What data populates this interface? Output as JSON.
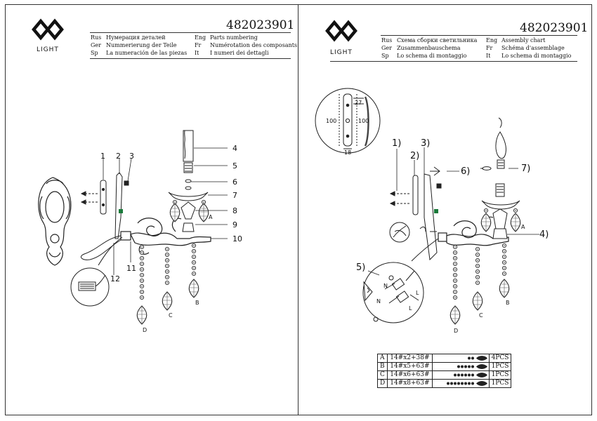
{
  "brand": {
    "logo_text": "LIGHT"
  },
  "product_code": "482023901",
  "left_header": {
    "rows": [
      {
        "code1": "Rus",
        "text1": "Нумерация деталей",
        "code2": "Eng",
        "text2": "Parts numbering"
      },
      {
        "code1": "Ger",
        "text1": "Nummerierung der Teile",
        "code2": "Fr",
        "text2": "Numérotation des composants"
      },
      {
        "code1": "Sp",
        "text1": "La numeración de las piezas",
        "code2": "It",
        "text2": "I numeri dei dettagli"
      }
    ]
  },
  "right_header": {
    "rows": [
      {
        "code1": "Rus",
        "text1": "Схема сборки светильника",
        "code2": "Eng",
        "text2": "Assembly chart"
      },
      {
        "code1": "Ger",
        "text1": "Zusammenbauschema",
        "code2": "Fr",
        "text2": "Schéma d'assemblage"
      },
      {
        "code1": "Sp",
        "text1": "Lo schema di montaggio",
        "code2": "It",
        "text2": "Lo schema di montaggio"
      }
    ]
  },
  "left_callouts": [
    "1",
    "2",
    "3",
    "4",
    "5",
    "6",
    "7",
    "8",
    "9",
    "10",
    "11",
    "12"
  ],
  "left_pendant_labels": [
    "A",
    "B",
    "C",
    "D"
  ],
  "right_callouts": [
    "1)",
    "2)",
    "3)",
    "4)",
    "5)",
    "6)",
    "7)"
  ],
  "right_pendant_labels": [
    "A",
    "B",
    "C",
    "D"
  ],
  "dimensions": {
    "top": "27",
    "left": "100",
    "right": "100",
    "bottom": "18"
  },
  "wiring_labels": {
    "n1": "N",
    "l1": "L",
    "n2": "N",
    "l2": "L"
  },
  "parts_table": [
    {
      "letter": "A",
      "spec": "14#x2+38#",
      "qty": "4PCS"
    },
    {
      "letter": "B",
      "spec": "14#x5+63#",
      "qty": "1PCS"
    },
    {
      "letter": "C",
      "spec": "14#x6+63#",
      "qty": "1PCS"
    },
    {
      "letter": "D",
      "spec": "14#x8+63#",
      "qty": "1PCS"
    }
  ]
}
